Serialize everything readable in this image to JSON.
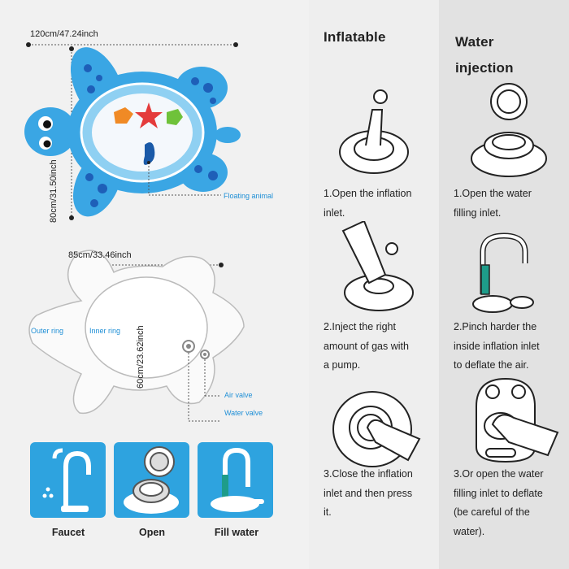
{
  "product": {
    "width_label": "120cm/47.24inch",
    "height_label": "80cm/31.50inch",
    "callout_floating": "Floating animal"
  },
  "diagram": {
    "width_label": "85cm/33.46inch",
    "height_label": "60cm/23.62inch",
    "outer_ring": "Outer ring",
    "inner_ring": "Inner ring",
    "air_valve": "Air valve",
    "water_valve": "Water valve"
  },
  "tiles": [
    {
      "label": "Faucet"
    },
    {
      "label": "Open"
    },
    {
      "label": "Fill water"
    }
  ],
  "inflatable": {
    "header": "Inflatable",
    "steps": [
      {
        "line1": "1.Open the inflation",
        "line2": "inlet.",
        "line3": ""
      },
      {
        "line1": "2.Inject the right",
        "line2": "amount of gas with",
        "line3": "a pump."
      },
      {
        "line1": "3.Close the inflation",
        "line2": "inlet and then press",
        "line3": "it."
      }
    ]
  },
  "water": {
    "header_line1": "Water",
    "header_line2": "injection",
    "steps": [
      {
        "line1": "1.Open the water",
        "line2": "filling inlet.",
        "line3": "",
        "line4": ""
      },
      {
        "line1": "2.Pinch harder the",
        "line2": "inside inflation inlet",
        "line3": "to deflate the air.",
        "line4": ""
      },
      {
        "line1": "3.Or open the water",
        "line2": "filling inlet to deflate",
        "line3": "(be careful of the",
        "line4": "water)."
      }
    ]
  },
  "colors": {
    "turtle_blue": "#3aa6e4",
    "tile_blue": "#2ea3df",
    "callout_blue": "#1f8fd6",
    "spot_blue": "#1e5fb8"
  }
}
